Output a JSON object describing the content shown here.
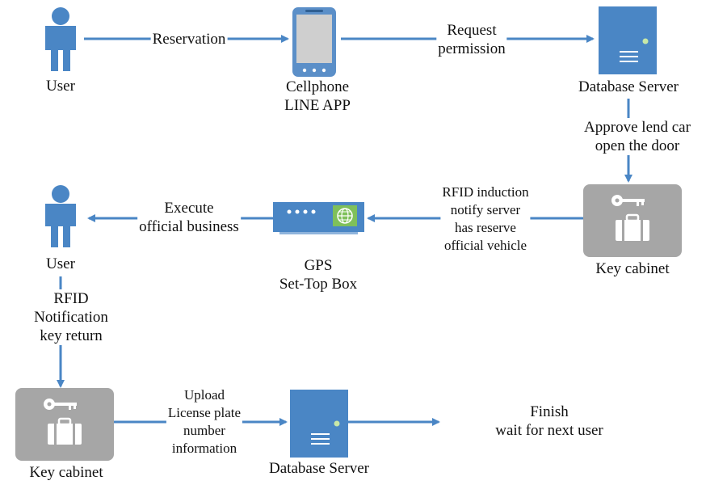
{
  "colors": {
    "accent": "#4a86c5",
    "phone": "#5b8fc8",
    "server": "#4a86c5",
    "cabinet": "#a6a6a6",
    "gps_screen": "#7fc05a"
  },
  "nodes": {
    "user_1": {
      "label": "User",
      "icon": "user-icon"
    },
    "cellphone": {
      "lines": [
        "Cellphone",
        "LINE APP"
      ],
      "icon": "cellphone-icon"
    },
    "db_server_1": {
      "label": "Database Server",
      "icon": "server-icon"
    },
    "key_cabinet_1": {
      "label": "Key cabinet",
      "icon": "key-cabinet-icon"
    },
    "gps_box": {
      "lines": [
        "GPS",
        "Set-Top Box"
      ],
      "icon": "gps-set-top-box-icon"
    },
    "user_2": {
      "label": "User",
      "icon": "user-icon"
    },
    "key_cabinet_2": {
      "label": "Key cabinet",
      "icon": "key-cabinet-icon"
    },
    "db_server_2": {
      "label": "Database Server",
      "icon": "server-icon"
    }
  },
  "edges": {
    "reservation": {
      "lines": [
        "Reservation"
      ]
    },
    "request_permission": {
      "lines": [
        "Request",
        "permission"
      ]
    },
    "approve": {
      "lines": [
        "Approve lend car",
        "open the door"
      ]
    },
    "rfid_induction": {
      "lines": [
        "RFID induction",
        "notify server",
        "has reserve",
        "official vehicle"
      ]
    },
    "execute": {
      "lines": [
        "Execute",
        "official business"
      ]
    },
    "rfid_return": {
      "lines": [
        "RFID",
        "Notification",
        "key return"
      ]
    },
    "upload": {
      "lines": [
        "Upload",
        "License plate",
        "number",
        "information"
      ]
    },
    "finish": {
      "lines": [
        "Finish",
        "wait for next user"
      ]
    }
  }
}
